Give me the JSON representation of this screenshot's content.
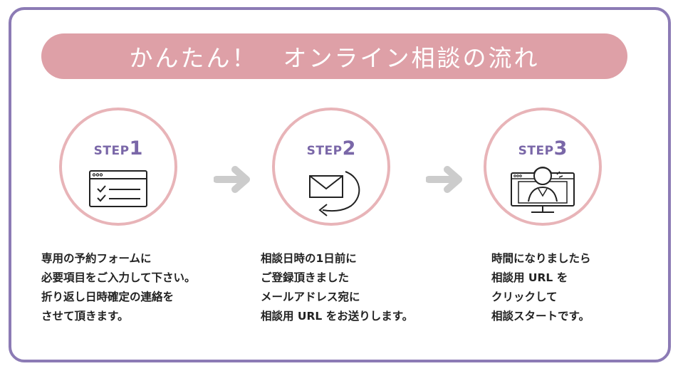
{
  "banner": {
    "title": "かんたん！　オンライン相談の流れ"
  },
  "steps": [
    {
      "step_word": "STEP",
      "number": "1",
      "icon": "form-checklist-icon",
      "lines": [
        "専用の予約フォームに",
        "必要項目をご入力して下さい。",
        "折り返し日時確定の連絡を",
        "させて頂きます。"
      ]
    },
    {
      "step_word": "STEP",
      "number": "2",
      "icon": "email-return-icon",
      "lines": [
        "相談日時の1日前に",
        "ご登録頂きました",
        "メールアドレス宛に",
        "相談用 URL をお送りします。"
      ]
    },
    {
      "step_word": "STEP",
      "number": "3",
      "icon": "video-call-monitor-icon",
      "lines": [
        "時間になりましたら",
        "相談用 URL を",
        "クリックして",
        "相談スタートです。"
      ]
    }
  ],
  "colors": {
    "frame": "#8c7bb5",
    "banner": "#dea0a7",
    "circle": "#e8b4b8",
    "step_text": "#7a67a8",
    "arrow": "#cccccc"
  }
}
